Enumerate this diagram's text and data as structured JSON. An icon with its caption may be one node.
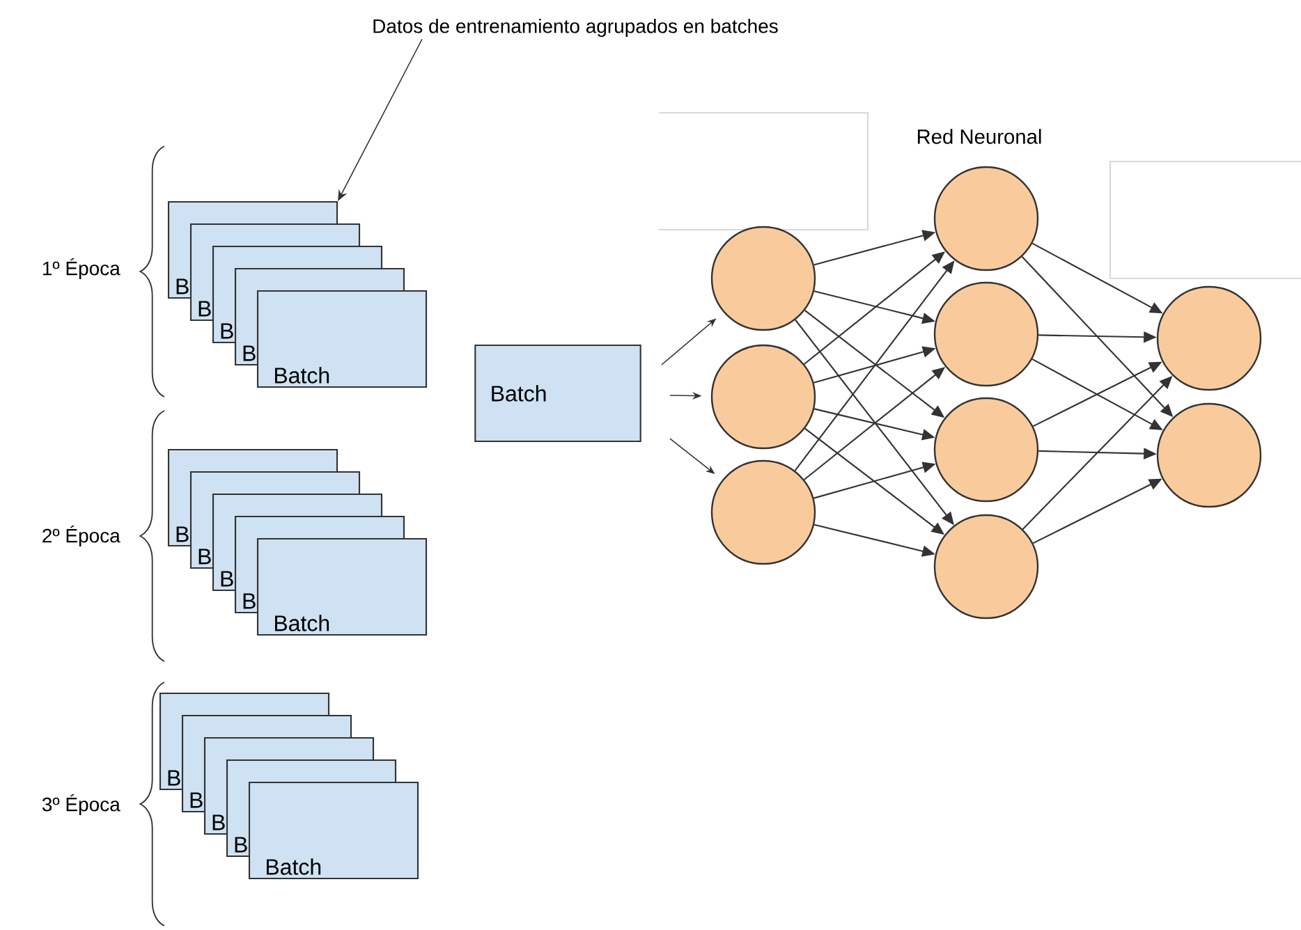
{
  "diagram": {
    "nodes": [
      {
        "text": [
          "Datos de entrenamiento agrupados en batches"
        ]
      },
      {
        "text": [
          "B"
        ]
      },
      {
        "text": [
          "B"
        ]
      },
      {
        "text": [
          "B"
        ]
      },
      {
        "text": [
          "B"
        ]
      },
      {
        "text": [
          "Batch"
        ]
      },
      {
        "text": [
          "B"
        ]
      },
      {
        "text": [
          "B"
        ]
      },
      {
        "text": [
          "B"
        ]
      },
      {
        "text": [
          "B"
        ]
      },
      {
        "text": [
          "Batch"
        ]
      },
      {
        "text": [
          "B"
        ]
      },
      {
        "text": [
          "B"
        ]
      },
      {
        "text": [
          "B"
        ]
      },
      {
        "text": [
          "B"
        ]
      },
      {
        "text": [
          "Batch"
        ]
      },
      {
        "text": [
          "Batch"
        ]
      },
      {
        "text": [],
        "shape": "circle"
      },
      {
        "text": [],
        "shape": "circle"
      },
      {
        "text": [],
        "shape": "circle"
      },
      {
        "text": [],
        "shape": "circle"
      },
      {
        "text": [],
        "shape": "circle"
      },
      {
        "text": [],
        "shape": "circle"
      },
      {
        "text": [],
        "shape": "circle"
      },
      {
        "text": [],
        "shape": "circle"
      },
      {
        "text": [],
        "shape": "circle"
      }
    ],
    "edges": [
      {
        "from": 0,
        "to": 1,
        "arrow": "to"
      },
      {
        "from": null,
        "to": 17,
        "arrow": "to"
      },
      {
        "from": null,
        "to": 18,
        "arrow": "to"
      },
      {
        "from": null,
        "to": 19,
        "arrow": "to"
      },
      {
        "from": 17,
        "to": 20,
        "arrow": "to"
      },
      {
        "from": 17,
        "to": 21,
        "arrow": "to"
      },
      {
        "from": 17,
        "to": 22,
        "arrow": "to"
      },
      {
        "from": 17,
        "to": 23,
        "arrow": "to"
      },
      {
        "from": 18,
        "to": 20,
        "arrow": "to"
      },
      {
        "from": 18,
        "to": 21,
        "arrow": "to"
      },
      {
        "from": 18,
        "to": 22,
        "arrow": "to"
      },
      {
        "from": 18,
        "to": 23,
        "arrow": "to"
      },
      {
        "from": 19,
        "to": 20,
        "arrow": "to"
      },
      {
        "from": 19,
        "to": 21,
        "arrow": "to"
      },
      {
        "from": 19,
        "to": 22,
        "arrow": "to"
      },
      {
        "from": 19,
        "to": 23,
        "arrow": "to"
      },
      {
        "from": 20,
        "to": 24,
        "arrow": "to"
      },
      {
        "from": 20,
        "to": 25,
        "arrow": "to"
      },
      {
        "from": 21,
        "to": 24,
        "arrow": "to"
      },
      {
        "from": 21,
        "to": 25,
        "arrow": "to"
      },
      {
        "from": 22,
        "to": 24,
        "arrow": "to"
      },
      {
        "from": 22,
        "to": 25,
        "arrow": "to"
      },
      {
        "from": 23,
        "to": 24,
        "arrow": "to"
      },
      {
        "from": 23,
        "to": 25,
        "arrow": "to"
      }
    ],
    "labels": [
      "1º Época",
      "Red Neuronal",
      "2º Época",
      "3º Época"
    ]
  }
}
